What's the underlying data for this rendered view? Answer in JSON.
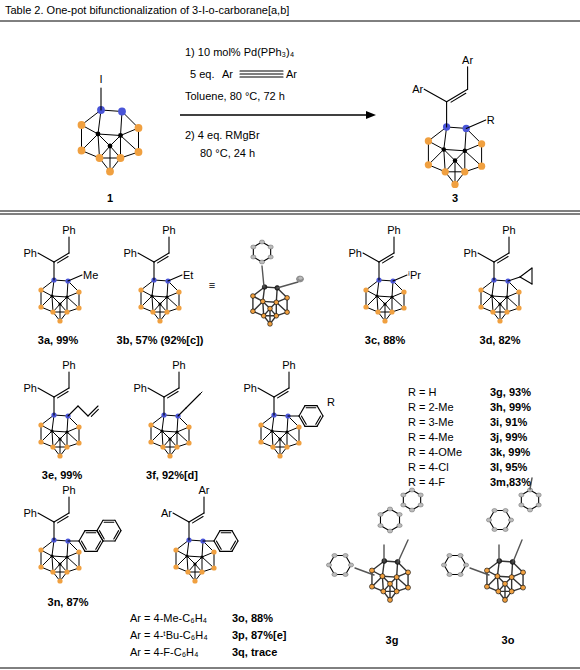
{
  "diagram": {
    "title": "Table 2. One-pot bifunctionalization of 3-I-o-carborane[a,b]",
    "labels": [
      "I",
      "1",
      "1) 10 mol% Pd(PPh₃)₄",
      "5 eq.",
      "Ar",
      "Ar",
      "Toluene, 80 °C, 72 h",
      "2) 4 eq. RMgBr",
      "80 °C, 24 h",
      "Ar",
      "Ar",
      "R",
      "3",
      "Ph",
      "Ph",
      "Me",
      "3a, 99%",
      "Ph",
      "Ph",
      "Et",
      "3b, 57% (92%[c])",
      "≡",
      "Ph",
      "Ph",
      "ⁱPr",
      "3c, 88%",
      "Ph",
      "Ph",
      "3d, 82%",
      "Ph",
      "Ph",
      "3e, 99%",
      "Ph",
      "Ph",
      "3f, 92%[d]",
      "Ph",
      "Ph",
      "R",
      "R = H",
      "3g, 93%",
      "R = 2-Me",
      "3h, 99%",
      "R = 3-Me",
      "3i, 91%",
      "R = 4-Me",
      "3j, 99%",
      "R = 4-OMe",
      "3k, 99%",
      "R = 4-Cl",
      "3l, 95%",
      "R = 4-F",
      "3m,83%",
      "Ph",
      "Ph",
      "3n, 87%",
      "Ar",
      "Ar",
      "Ar = 4-Me-C₆H₄",
      "3o, 88%",
      "Ar = 4-ᵗBu-C₆H₄",
      "3p, 87%[e]",
      "Ar = 4-F-C₆H₄",
      "3q, trace",
      "3g",
      "3o"
    ]
  }
}
